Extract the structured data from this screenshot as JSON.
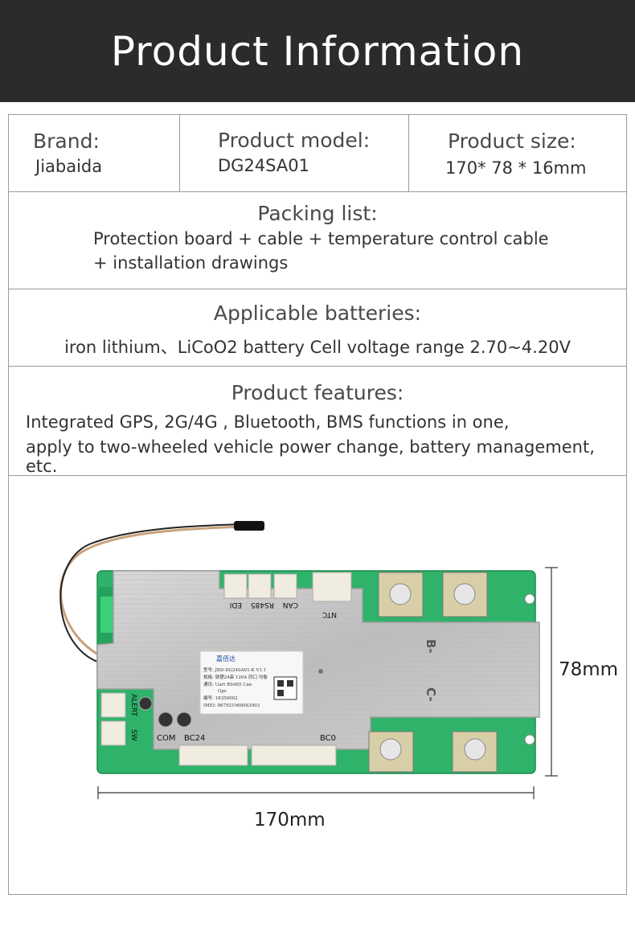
{
  "header": {
    "title": "Product Information"
  },
  "brand": {
    "label": "Brand:",
    "value": "Jiabaida"
  },
  "model": {
    "label": "Product model:",
    "value": "DG24SA01"
  },
  "size": {
    "label": "Product size:",
    "value": "170* 78 * 16mm"
  },
  "packing": {
    "label": "Packing list:",
    "line1": "Protection board + cable + temperature control cable",
    "line2": "+ installation drawings"
  },
  "batteries": {
    "label": "Applicable batteries:",
    "value": "iron lithium、LiCoO2 battery Cell voltage range 2.70~4.20V"
  },
  "features": {
    "label": "Product features:",
    "line1": "Integrated GPS, 2G/4G , Bluetooth, BMS functions in one,",
    "line2": "apply to two-wheeled vehicle power change, battery management, etc."
  },
  "image": {
    "width_label": "170mm",
    "height_label": "78mm",
    "sticker": {
      "brand": "嘉佰达",
      "line1": "型号: JBD-DG24SA01-K V1.1",
      "line2": "规格: 铁锂24串 120A 同口 均衡",
      "line3": "通讯: Uart RS485 Can",
      "line4": "Gps",
      "line5": "编号: 18350002",
      "line6": "IMEI: 867921060083903"
    },
    "silk": {
      "edi": "EDI",
      "rs485": "RS485",
      "can": "CAN",
      "ntc": "NTC",
      "b_minus": "B-",
      "c_minus": "C-",
      "alert": "ALERT",
      "sw": "SW",
      "com": "COM",
      "bc24": "BC24",
      "bc0": "BC0"
    }
  },
  "colors": {
    "header_bg": "#2b2b2c",
    "pcb_green": "#2fb36a",
    "heatsink": "#c9c9c9"
  }
}
